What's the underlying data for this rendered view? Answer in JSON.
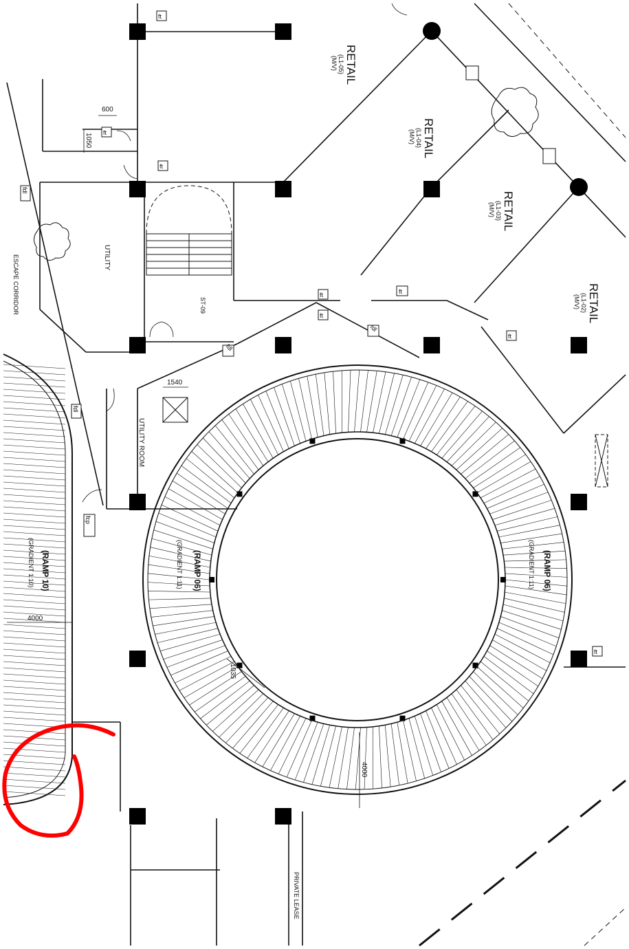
{
  "drawing": {
    "retail_label": "RETAIL",
    "units": [
      {
        "code": "(L1-05)",
        "use": "(M/V)"
      },
      {
        "code": "(L1-04)",
        "use": "(M/V)"
      },
      {
        "code": "(L1-03)",
        "use": "(M/V)"
      },
      {
        "code": "(L1-02)",
        "use": "(M/V)"
      }
    ],
    "rooms": {
      "utility": "UTILITY",
      "utility_room": "UTILITY ROOM",
      "escape_corridor": "ESCAPE CORRIDOR",
      "stair": "ST-09",
      "private_lease": "PRIVATE LEASE"
    },
    "ramps": {
      "ramp_06": "(RAMP 06)",
      "ramp_10": "(RAMP 10)",
      "gradient_06": "(GRADIENT 1:11)",
      "gradient_10": "(GRADIENT 1:10)"
    },
    "dimensions": {
      "d600": "600",
      "d1050": "1050",
      "d1540": "1540",
      "d4000_left": "4000",
      "d4000_ramp": "4000",
      "d1035": "1035"
    },
    "tags": {
      "ft": "ft",
      "fdl": "fdl",
      "fcp": "fcp"
    },
    "markup": {
      "color": "#ff0000"
    },
    "line_color": "#111111"
  }
}
